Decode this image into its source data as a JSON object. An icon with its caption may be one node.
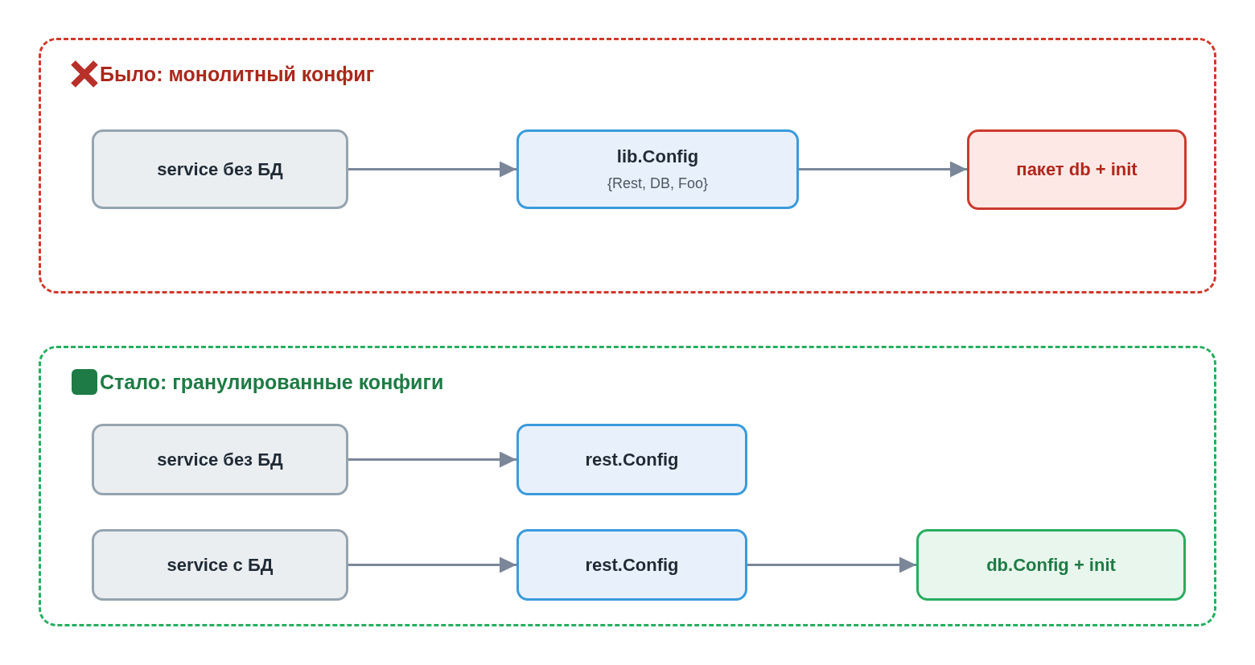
{
  "diagram": {
    "nodes": [
      {
        "text": [
          "Было: монолитный конфиг"
        ]
      },
      {
        "text": [
          "service без БД"
        ],
        "in": 0
      },
      {
        "text": [
          "lib.Config",
          "{Rest, DB, Foo}"
        ],
        "in": 0
      },
      {
        "text": [
          "пакет db + init"
        ],
        "in": 0
      },
      {
        "text": [
          "Стало: гранулированные конфиги"
        ]
      },
      {
        "text": [
          "service без БД"
        ],
        "in": 4
      },
      {
        "text": [
          "rest.Config"
        ],
        "in": 4
      },
      {
        "text": [
          "service с БД"
        ],
        "in": 4
      },
      {
        "text": [
          "rest.Config"
        ],
        "in": 4
      },
      {
        "text": [
          "db.Config + init"
        ],
        "in": 4
      }
    ],
    "edges": [
      {
        "from": 1,
        "to": 2,
        "arrow": "to"
      },
      {
        "from": 2,
        "to": 3,
        "arrow": "to"
      },
      {
        "from": 5,
        "to": 6,
        "arrow": "to"
      },
      {
        "from": 7,
        "to": 8,
        "arrow": "to"
      },
      {
        "from": 8,
        "to": 9,
        "arrow": "to"
      }
    ]
  }
}
